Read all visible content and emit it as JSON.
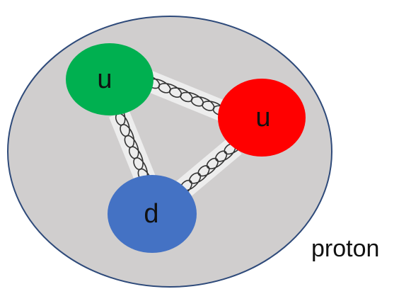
{
  "diagram": {
    "caption": "proton",
    "colors": {
      "background": "#ffffff",
      "proton_fill": "#d0cece",
      "proton_outline": "#2e4a7a",
      "gluon_band": "#ededed",
      "gluon_spring": "#333333"
    },
    "quarks": [
      {
        "id": "top-left",
        "label": "u",
        "color": "#00b050"
      },
      {
        "id": "right",
        "label": "u",
        "color": "#ff0000"
      },
      {
        "id": "bottom",
        "label": "d",
        "color": "#4472c4"
      }
    ],
    "gluons": [
      {
        "from": "top-left",
        "to": "right"
      },
      {
        "from": "top-left",
        "to": "bottom"
      },
      {
        "from": "right",
        "to": "bottom"
      }
    ]
  }
}
